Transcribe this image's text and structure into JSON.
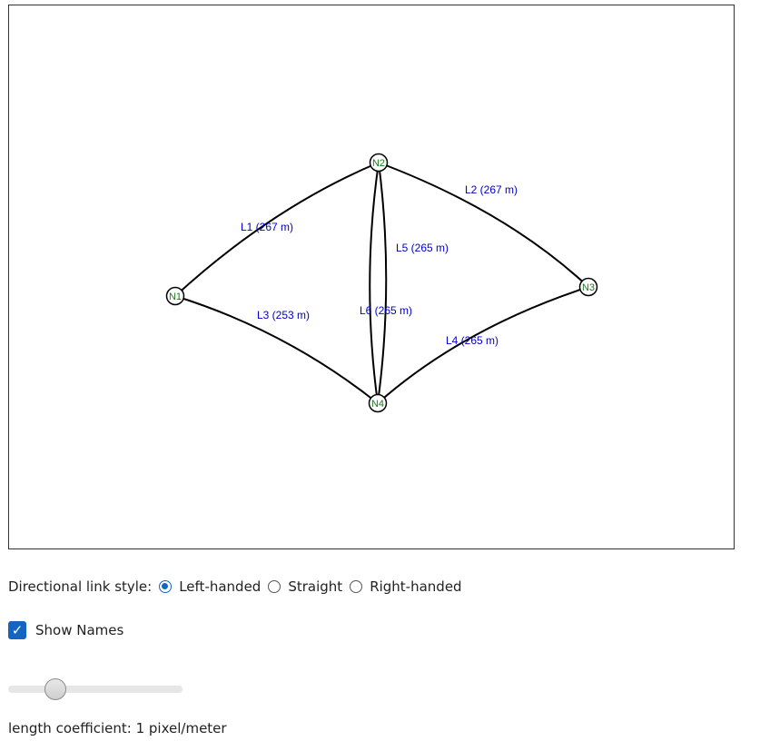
{
  "graph": {
    "nodes": [
      {
        "id": "N1",
        "label": "N1"
      },
      {
        "id": "N2",
        "label": "N2"
      },
      {
        "id": "N3",
        "label": "N3"
      },
      {
        "id": "N4",
        "label": "N4"
      }
    ],
    "links": [
      {
        "id": "L1",
        "from": "N1",
        "to": "N2",
        "length_m": 267,
        "label": "L1 (267 m)"
      },
      {
        "id": "L2",
        "from": "N2",
        "to": "N3",
        "length_m": 267,
        "label": "L2 (267 m)"
      },
      {
        "id": "L3",
        "from": "N1",
        "to": "N4",
        "length_m": 253,
        "label": "L3 (253 m)"
      },
      {
        "id": "L4",
        "from": "N4",
        "to": "N3",
        "length_m": 265,
        "label": "L4 (265 m)"
      },
      {
        "id": "L5",
        "from": "N2",
        "to": "N4",
        "length_m": 265,
        "label": "L5 (265 m)"
      },
      {
        "id": "L6",
        "from": "N4",
        "to": "N2",
        "length_m": 265,
        "label": "L6 (265 m)"
      }
    ]
  },
  "controls": {
    "link_style_label": "Directional link style:",
    "link_style_options": [
      {
        "label": "Left-handed",
        "checked": true
      },
      {
        "label": "Straight",
        "checked": false
      },
      {
        "label": "Right-handed",
        "checked": false
      }
    ],
    "show_names_label": "Show Names",
    "show_names_checked": true,
    "length_coefficient_text": "length coefficient: 1 pixel/meter",
    "length_coefficient_value": 1
  },
  "colors": {
    "accent": "#1565c0",
    "link_label": "#0000cc",
    "node_label": "#1a7a1a"
  }
}
